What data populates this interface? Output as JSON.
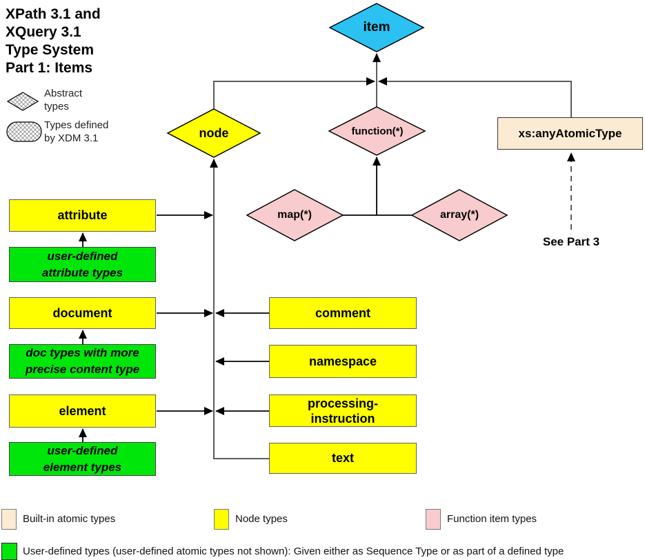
{
  "palette": {
    "cyan": "#2BC2F1",
    "yellow": "#FFFF00",
    "pink": "#F8CCCE",
    "beige": "#FAEBD2",
    "green": "#00E60A",
    "line": "#5B5B5B"
  },
  "title": "XPath 3.1 and\nXQuery 3.1\nType System\nPart 1: Items",
  "shape_legend": {
    "abstract_label": "Abstract\ntypes",
    "xdm_label": "Types defined\nby XDM 3.1"
  },
  "nodes": {
    "item": "item",
    "node": "node",
    "function": "function(*)",
    "map": "map(*)",
    "array": "array(*)",
    "any_atomic": "xs:anyAtomicType",
    "see_part3": "See Part 3",
    "attribute": "attribute",
    "user_attribute": "user-defined\nattribute types",
    "document": "document",
    "doc_types": "doc types with more\nprecise content type",
    "element": "element",
    "user_element": "user-defined\nelement types",
    "comment": "comment",
    "namespace": "namespace",
    "processing_instruction": "processing-\ninstruction",
    "text": "text"
  },
  "color_legend": {
    "builtin": "Built-in atomic types",
    "node_types": "Node types",
    "function_types": "Function item types",
    "user_defined": "User-defined types (user-defined atomic types not shown):  Given either as Sequence Type or as part of a defined type"
  }
}
